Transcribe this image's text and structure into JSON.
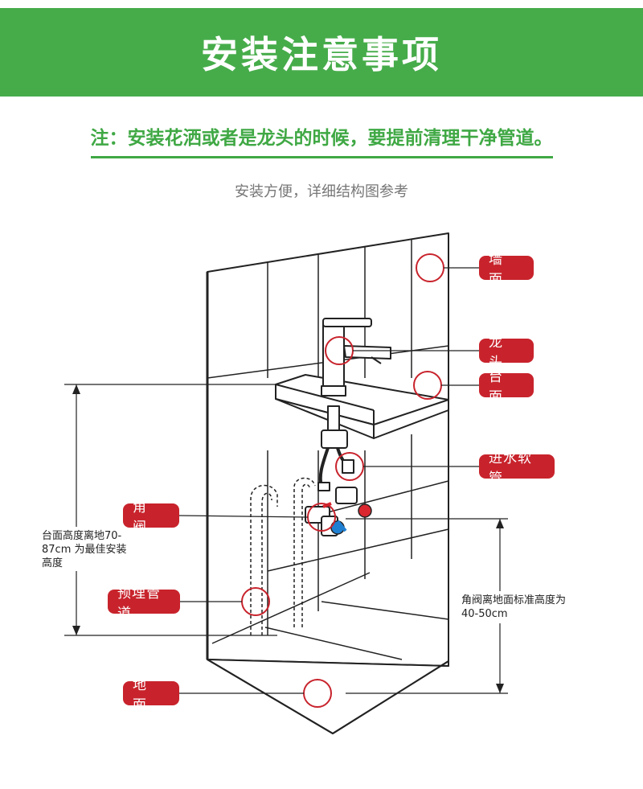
{
  "header": {
    "title": "安装注意事项"
  },
  "note": {
    "text": "注：安装花洒或者是龙头的时候，要提前清理干净管道。"
  },
  "subtitle": {
    "text": "安装方便，详细结构图参考"
  },
  "labels": {
    "wall": "墙 面",
    "faucet": "龙 头",
    "countertop": "台 面",
    "inlet_hose": "进水软管",
    "angle_valve": "角 阀",
    "embedded_pipe": "预埋管道",
    "floor": "地 面"
  },
  "notes": {
    "left": "台面高度离地70-87cm 为最佳安装高度",
    "right": "角阀离地面标准高度为 40-50cm"
  },
  "colors": {
    "header_bg": "#46ac4a",
    "note_text": "#3fa844",
    "label_bg": "#c8232c",
    "valve_red": "#d9262f",
    "valve_blue": "#1f7fd1"
  }
}
